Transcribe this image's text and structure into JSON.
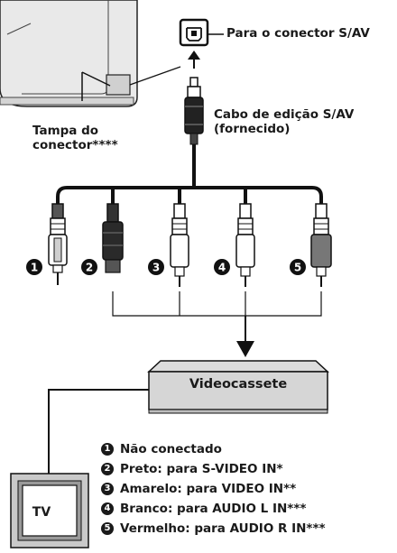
{
  "labels": {
    "connector": "Para o conector S/AV",
    "cable_line1": "Cabo de edição S/AV",
    "cable_line2": "(fornecido)",
    "cover_line1": "Tampa do",
    "cover_line2": "conector****"
  },
  "plug_numbers": [
    "1",
    "2",
    "3",
    "4",
    "5"
  ],
  "vcr_label": "Videocassete",
  "tv_label": "TV",
  "legend": [
    {
      "num": "1",
      "text": "Não conectado"
    },
    {
      "num": "2",
      "text": "Preto: para S-VIDEO IN*"
    },
    {
      "num": "3",
      "text": "Amarelo: para VIDEO IN**"
    },
    {
      "num": "4",
      "text": "Branco: para AUDIO L IN***"
    },
    {
      "num": "5",
      "text": "Vermelho: para AUDIO R IN***"
    }
  ]
}
